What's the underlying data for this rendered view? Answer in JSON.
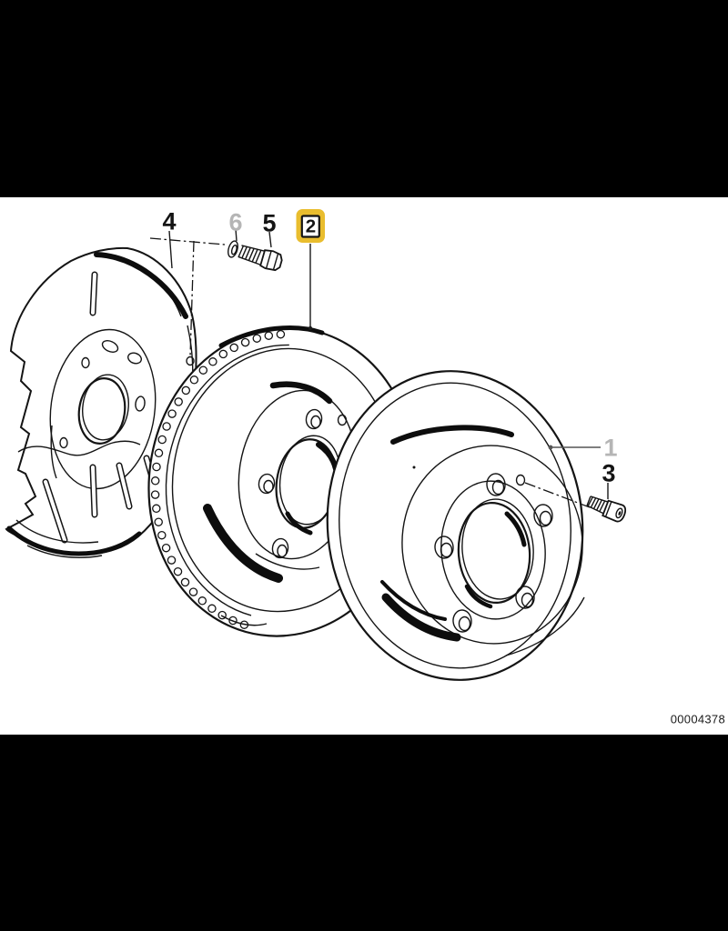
{
  "scene": {
    "letterbox_color": "#000000",
    "paper_color": "#ffffff",
    "line_color": "#141414"
  },
  "diagram": {
    "drawing_number": "00004378",
    "highlight_color": "#e9bd2e",
    "label_color": "#141414",
    "dimmed_label_color": "#b5b5b5",
    "callouts": [
      {
        "label": "1",
        "style": "dimmed"
      },
      {
        "label": "2",
        "style": "highlighted"
      },
      {
        "label": "3",
        "style": "normal"
      },
      {
        "label": "4",
        "style": "normal"
      },
      {
        "label": "5",
        "style": "normal"
      },
      {
        "label": "6",
        "style": "dimmed"
      }
    ]
  }
}
